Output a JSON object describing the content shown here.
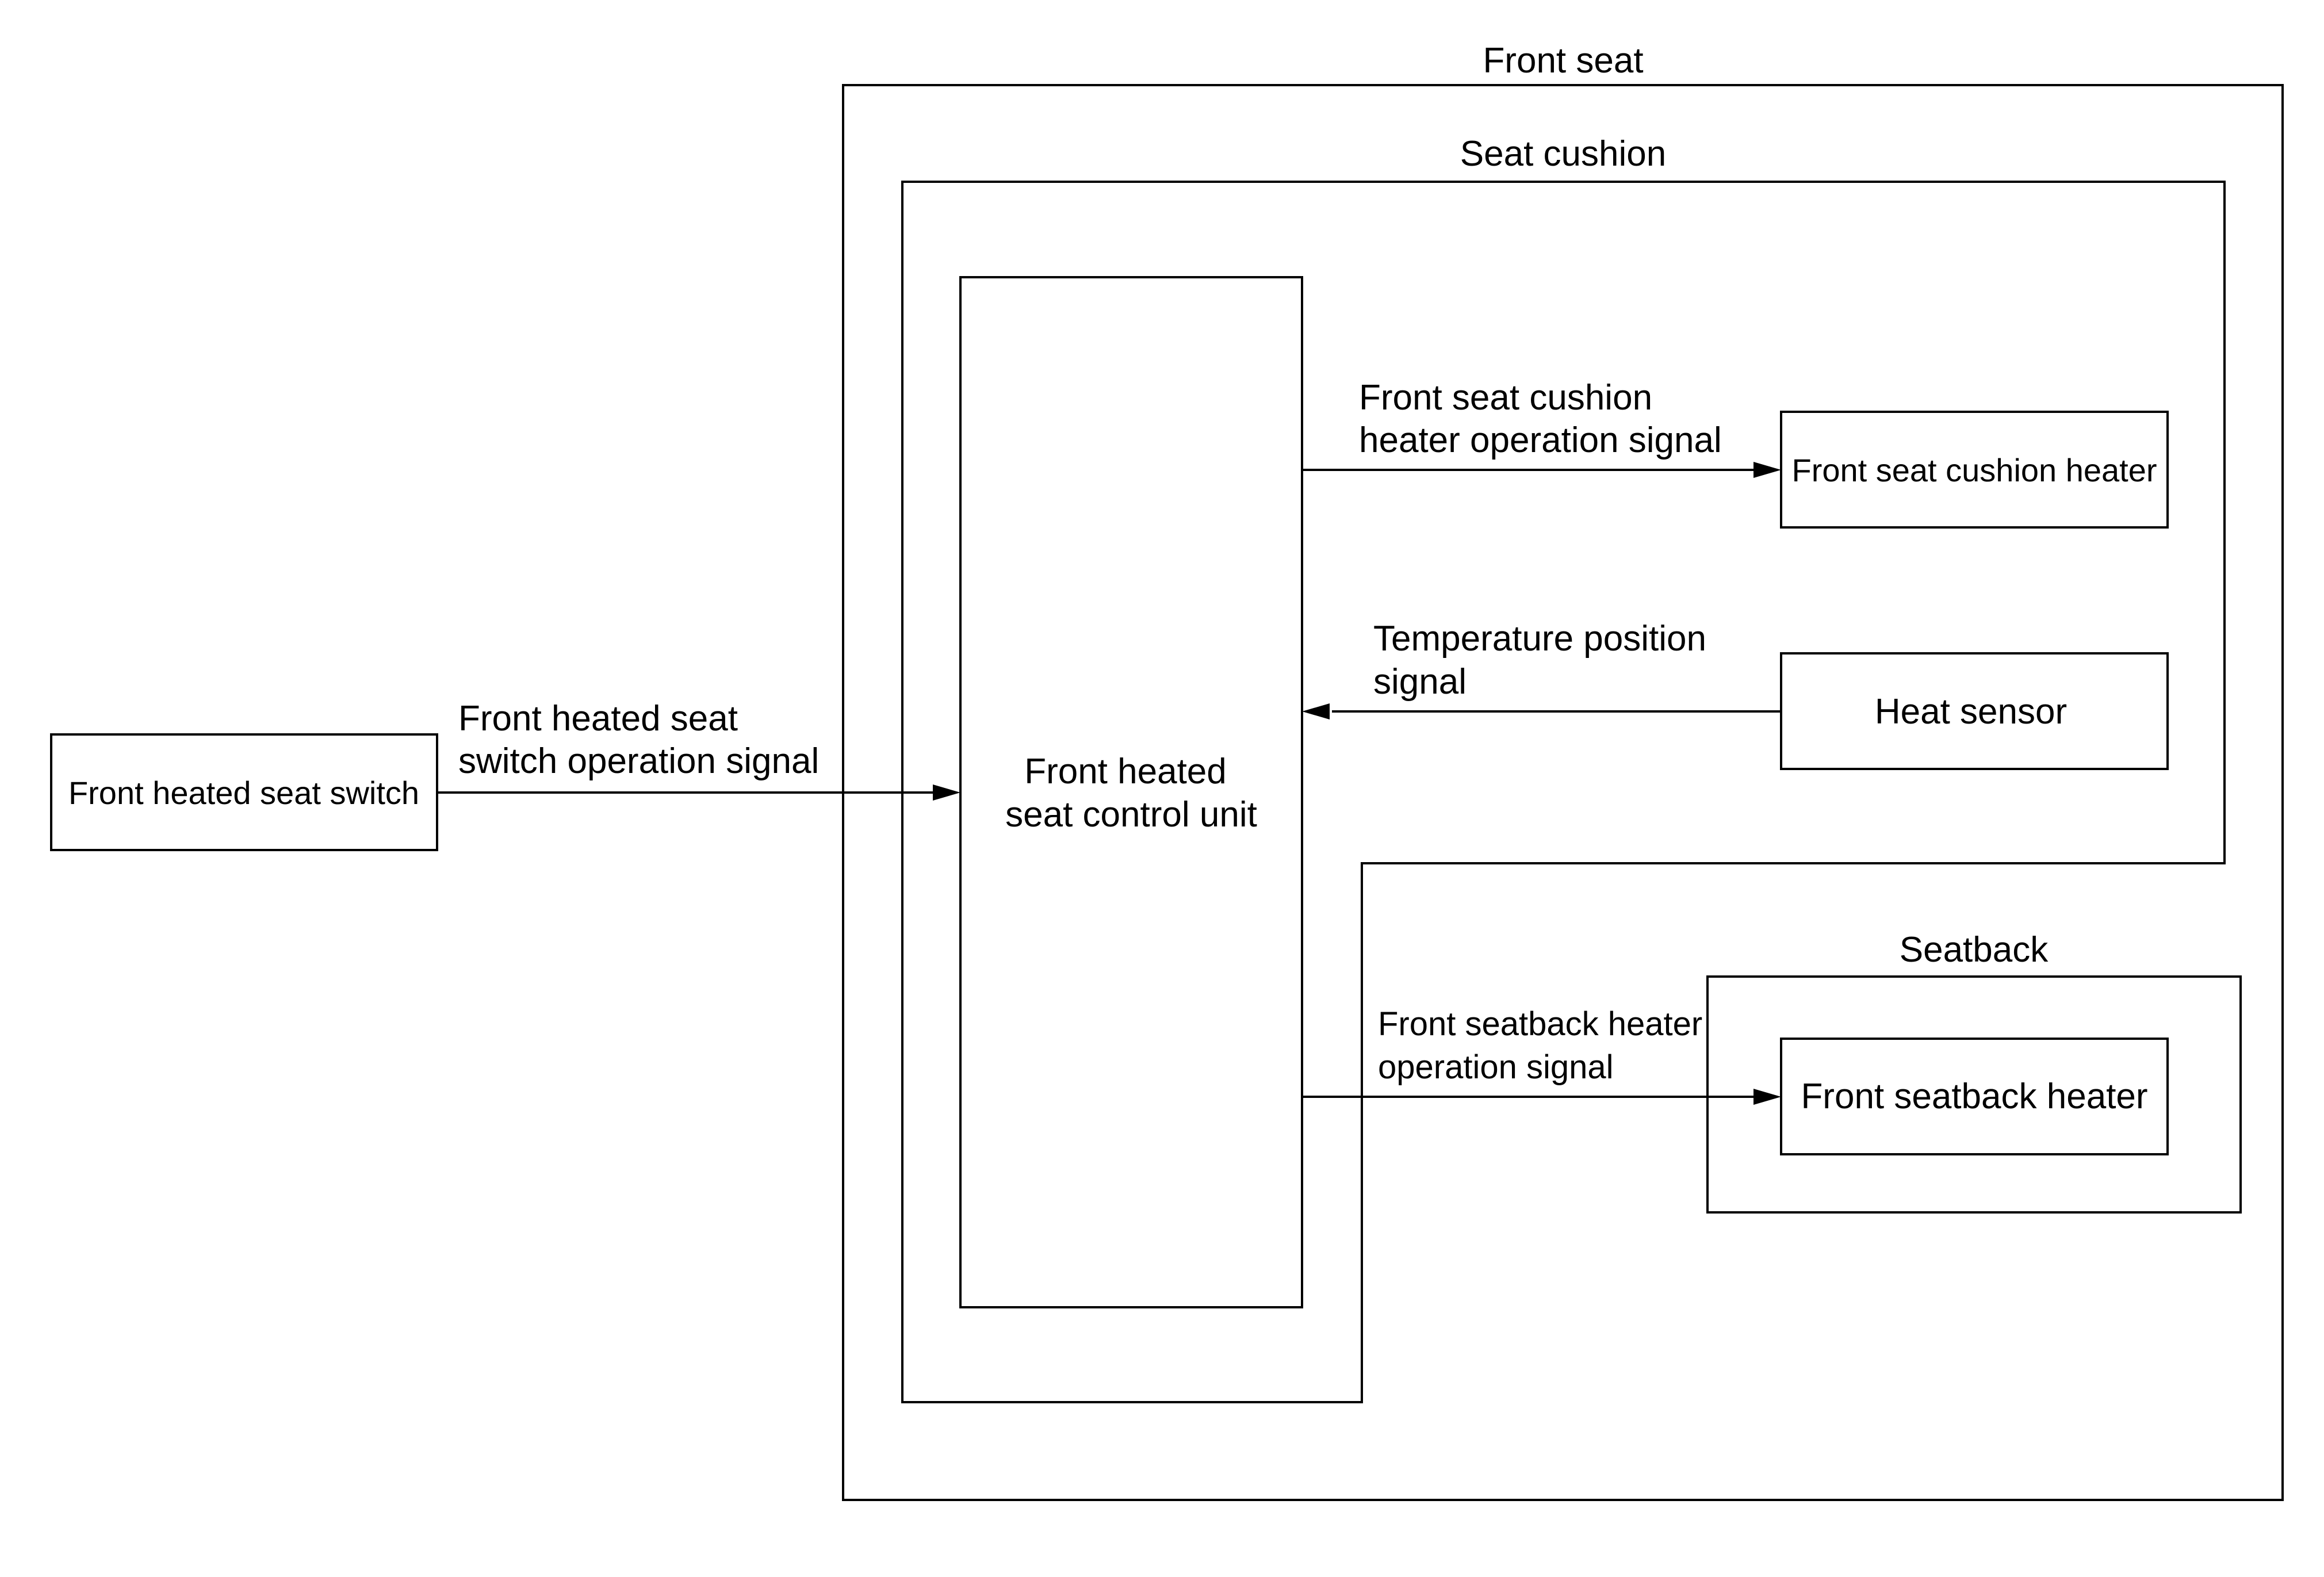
{
  "regions": {
    "front_seat": "Front seat",
    "seat_cushion": "Seat cushion",
    "seatback": "Seatback"
  },
  "components": {
    "switch": "Front heated seat switch",
    "control_unit_line1": "Front heated",
    "control_unit_line2": "seat control unit",
    "cushion_heater": "Front seat cushion heater",
    "heat_sensor": "Heat sensor",
    "seatback_heater": "Front seatback heater"
  },
  "signals": {
    "switch_signal_line1": "Front heated seat",
    "switch_signal_line2": "switch operation signal",
    "cushion_signal_line1": "Front seat cushion",
    "cushion_signal_line2": "heater operation signal",
    "temperature_signal_line1": "Temperature position",
    "temperature_signal_line2": "signal",
    "seatback_signal_line1": "Front seatback heater",
    "seatback_signal_line2": "operation signal"
  }
}
